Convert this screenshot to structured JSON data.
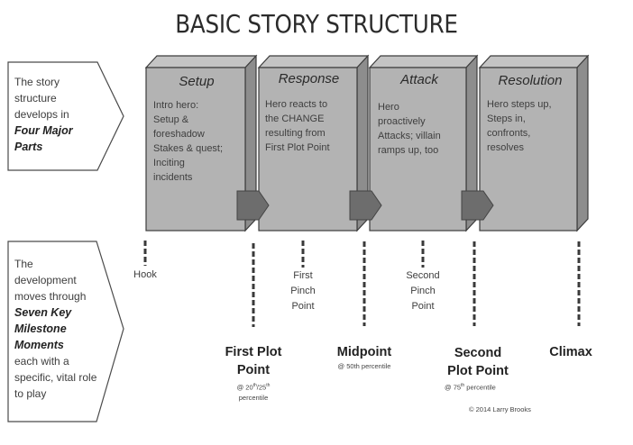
{
  "title": "BASIC STORY STRUCTURE",
  "colors": {
    "block_front": "#b3b3b3",
    "block_top": "#c4c4c4",
    "block_side": "#8d8d8d",
    "connector": "#6d6d6d",
    "outline": "#3c3c3c",
    "dash": "#3a3a3a"
  },
  "callouts": {
    "parts": {
      "lines": [
        "The story",
        "structure",
        "develops in"
      ],
      "emphasis": [
        "Four Major",
        "Parts"
      ]
    },
    "milestones": {
      "lines_before": [
        "The",
        "development",
        "moves through"
      ],
      "emphasis": [
        "Seven Key",
        "Milestone",
        "Moments"
      ],
      "lines_after": [
        "each with a",
        "specific, vital role",
        "to play"
      ]
    }
  },
  "parts": [
    {
      "title": "Setup",
      "body": [
        "Intro hero:",
        "Setup &",
        "foreshadow",
        "Stakes & quest;",
        "Inciting",
        "incidents"
      ]
    },
    {
      "title": "Response",
      "body": [
        "Hero reacts to",
        "the CHANGE",
        "resulting from",
        "First Plot Point"
      ]
    },
    {
      "title": "Attack",
      "body": [
        "Hero",
        "proactively",
        "Attacks; villain",
        "ramps up, too"
      ]
    },
    {
      "title": "Resolution",
      "body": [
        "Hero steps up,",
        "Steps in,",
        "confronts,",
        "resolves"
      ]
    }
  ],
  "milestones": {
    "hook": {
      "label": "Hook"
    },
    "first_pinch": {
      "label": [
        "First",
        "Pinch",
        "Point"
      ]
    },
    "second_pinch": {
      "label": [
        "Second",
        "Pinch",
        "Point"
      ]
    },
    "first_plot_point": {
      "label": [
        "First Plot",
        "Point"
      ],
      "note_at": "@ 20",
      "note_sup1": "th",
      "note_mid": "/25",
      "note_sup2": "th",
      "note_line2": "percentile"
    },
    "midpoint": {
      "label": "Midpoint",
      "note": "@ 50th percentile"
    },
    "second_plot_point": {
      "label": [
        "Second",
        "Plot Point"
      ],
      "note_at": "@ 75",
      "note_sup": "th",
      "note_rest": " percentile"
    },
    "climax": {
      "label": "Climax"
    }
  },
  "copyright": "© 2014 Larry Brooks"
}
